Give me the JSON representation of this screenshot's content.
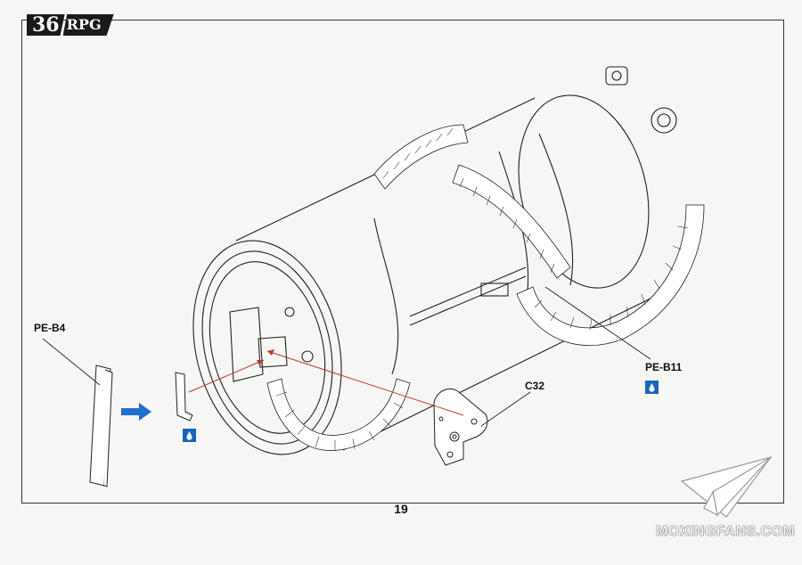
{
  "header": {
    "page_number_badge": "36",
    "brand": "RPG"
  },
  "labels": {
    "pe_b4": "PE-B4",
    "pe_b11": "PE-B11",
    "c32": "C32"
  },
  "page_number": "19",
  "watermark": "MOXINGFANS.COM",
  "icons": {
    "glue": "glue-drop-icon",
    "arrow": "direction-arrow-icon",
    "logo": "paper-plane-logo-icon"
  },
  "colors": {
    "badge_blue": "#1565c0",
    "arrow_blue": "#1e6fd0",
    "leader_red": "#c0392b"
  }
}
